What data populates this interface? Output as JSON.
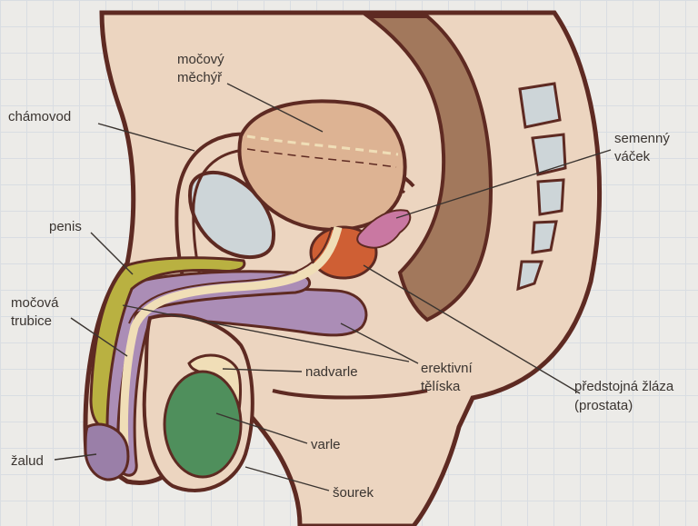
{
  "labels": {
    "mocovy_mechyr_1": "močový",
    "mocovy_mechyr_2": "měchýř",
    "chamovod": "chámovod",
    "semenny_vacek_1": "semenný",
    "semenny_vacek_2": "váček",
    "penis": "penis",
    "mocova_trubice_1": "močová",
    "mocova_trubice_2": "trubice",
    "nadvarle": "nadvarle",
    "erektivni_teliska_1": "erektivní",
    "erektivni_teliska_2": "tělíska",
    "prostata_1": "předstojná žláza",
    "prostata_2": "(prostata)",
    "varle": "varle",
    "zalud": "žalud",
    "sourek": "šourek"
  },
  "colors": {
    "skin": "#ecd5c0",
    "outline": "#5e2a22",
    "rectum": "#a2785c",
    "bladder": "#ddb393",
    "bone": "#cdd5d8",
    "erectile": "#ab8db6",
    "glans": "#9a7fa8",
    "corpus_yellow": "#b9b141",
    "testis": "#4f8f5c",
    "prostate": "#cf5f34",
    "vesicle": "#c978a2",
    "urethra_cream": "#f0deb7"
  }
}
